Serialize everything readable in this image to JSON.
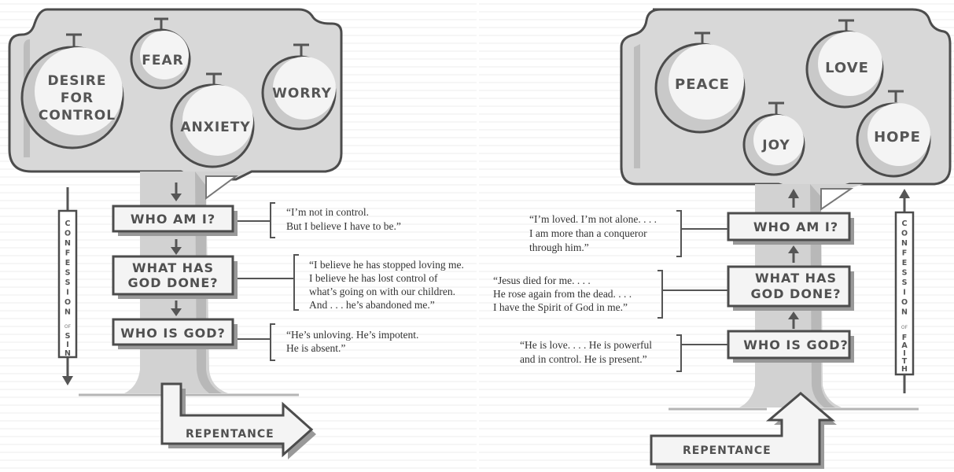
{
  "left": {
    "fruits": {
      "desire_l1": "DESIRE",
      "desire_l2": "FOR",
      "desire_l3": "CONTROL",
      "fear": "FEAR",
      "anxiety": "ANXIETY",
      "worry": "WORRY"
    },
    "signs": {
      "who_am_i": "WHO AM I?",
      "god_done_l1": "WHAT HAS",
      "god_done_l2": "GOD DONE?",
      "who_is_god": "WHO IS GOD?"
    },
    "quotes": {
      "q1_l1": "“I’m not in control.",
      "q1_l2": "But I believe I have to be.”",
      "q2_l1": "“I believe he has stopped loving me.",
      "q2_l2": "I believe he has lost control of",
      "q2_l3": "what’s going on with our children.",
      "q2_l4": "And . . . he’s abandoned me.”",
      "q3_l1": "“He’s unloving. He’s impotent.",
      "q3_l2": "He is absent.”"
    },
    "side_label": {
      "word1": "CONFESSION",
      "of": "OF",
      "word2": "SIN"
    },
    "repentance": "REPENTANCE"
  },
  "right": {
    "fruits": {
      "peace": "PEACE",
      "love": "LOVE",
      "joy": "JOY",
      "hope": "HOPE"
    },
    "signs": {
      "who_am_i": "WHO AM I?",
      "god_done_l1": "WHAT HAS",
      "god_done_l2": "GOD DONE?",
      "who_is_god": "WHO IS GOD?"
    },
    "quotes": {
      "q1_l1": "“I’m loved. I’m not alone. . . .",
      "q1_l2": "I am more than a conqueror",
      "q1_l3": "through him.”",
      "q2_l1": "“Jesus died for me. . . .",
      "q2_l2": "He rose again from the dead. . . .",
      "q2_l3": "I have the Spirit of God in me.”",
      "q3_l1": "“He is love. . . . He is powerful",
      "q3_l2": "and in control. He is present.”"
    },
    "side_label": {
      "word1": "CONFESSION",
      "of": "OF",
      "word2": "FAITH"
    },
    "repentance": "REPENTANCE"
  }
}
